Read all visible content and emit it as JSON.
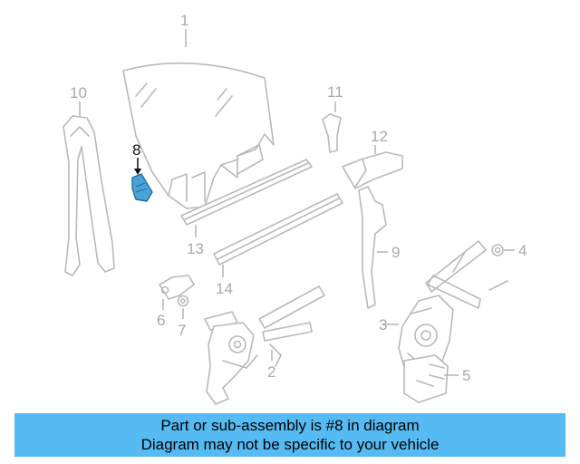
{
  "callouts": {
    "c1": "1",
    "c2": "2",
    "c3": "3",
    "c4": "4",
    "c5": "5",
    "c6": "6",
    "c7": "7",
    "c8": "8",
    "c9": "9",
    "c10": "10",
    "c11": "11",
    "c12": "12",
    "c13": "13",
    "c14": "14"
  },
  "highlighted_part": "8",
  "colors": {
    "highlight_part": "#4aa3d8",
    "banner_background": "#55bbf2",
    "line_art": "#b9b9b9"
  },
  "banner": {
    "line1": "Part or sub-assembly is #8 in diagram",
    "line2": "Diagram may not be specific to your vehicle"
  }
}
